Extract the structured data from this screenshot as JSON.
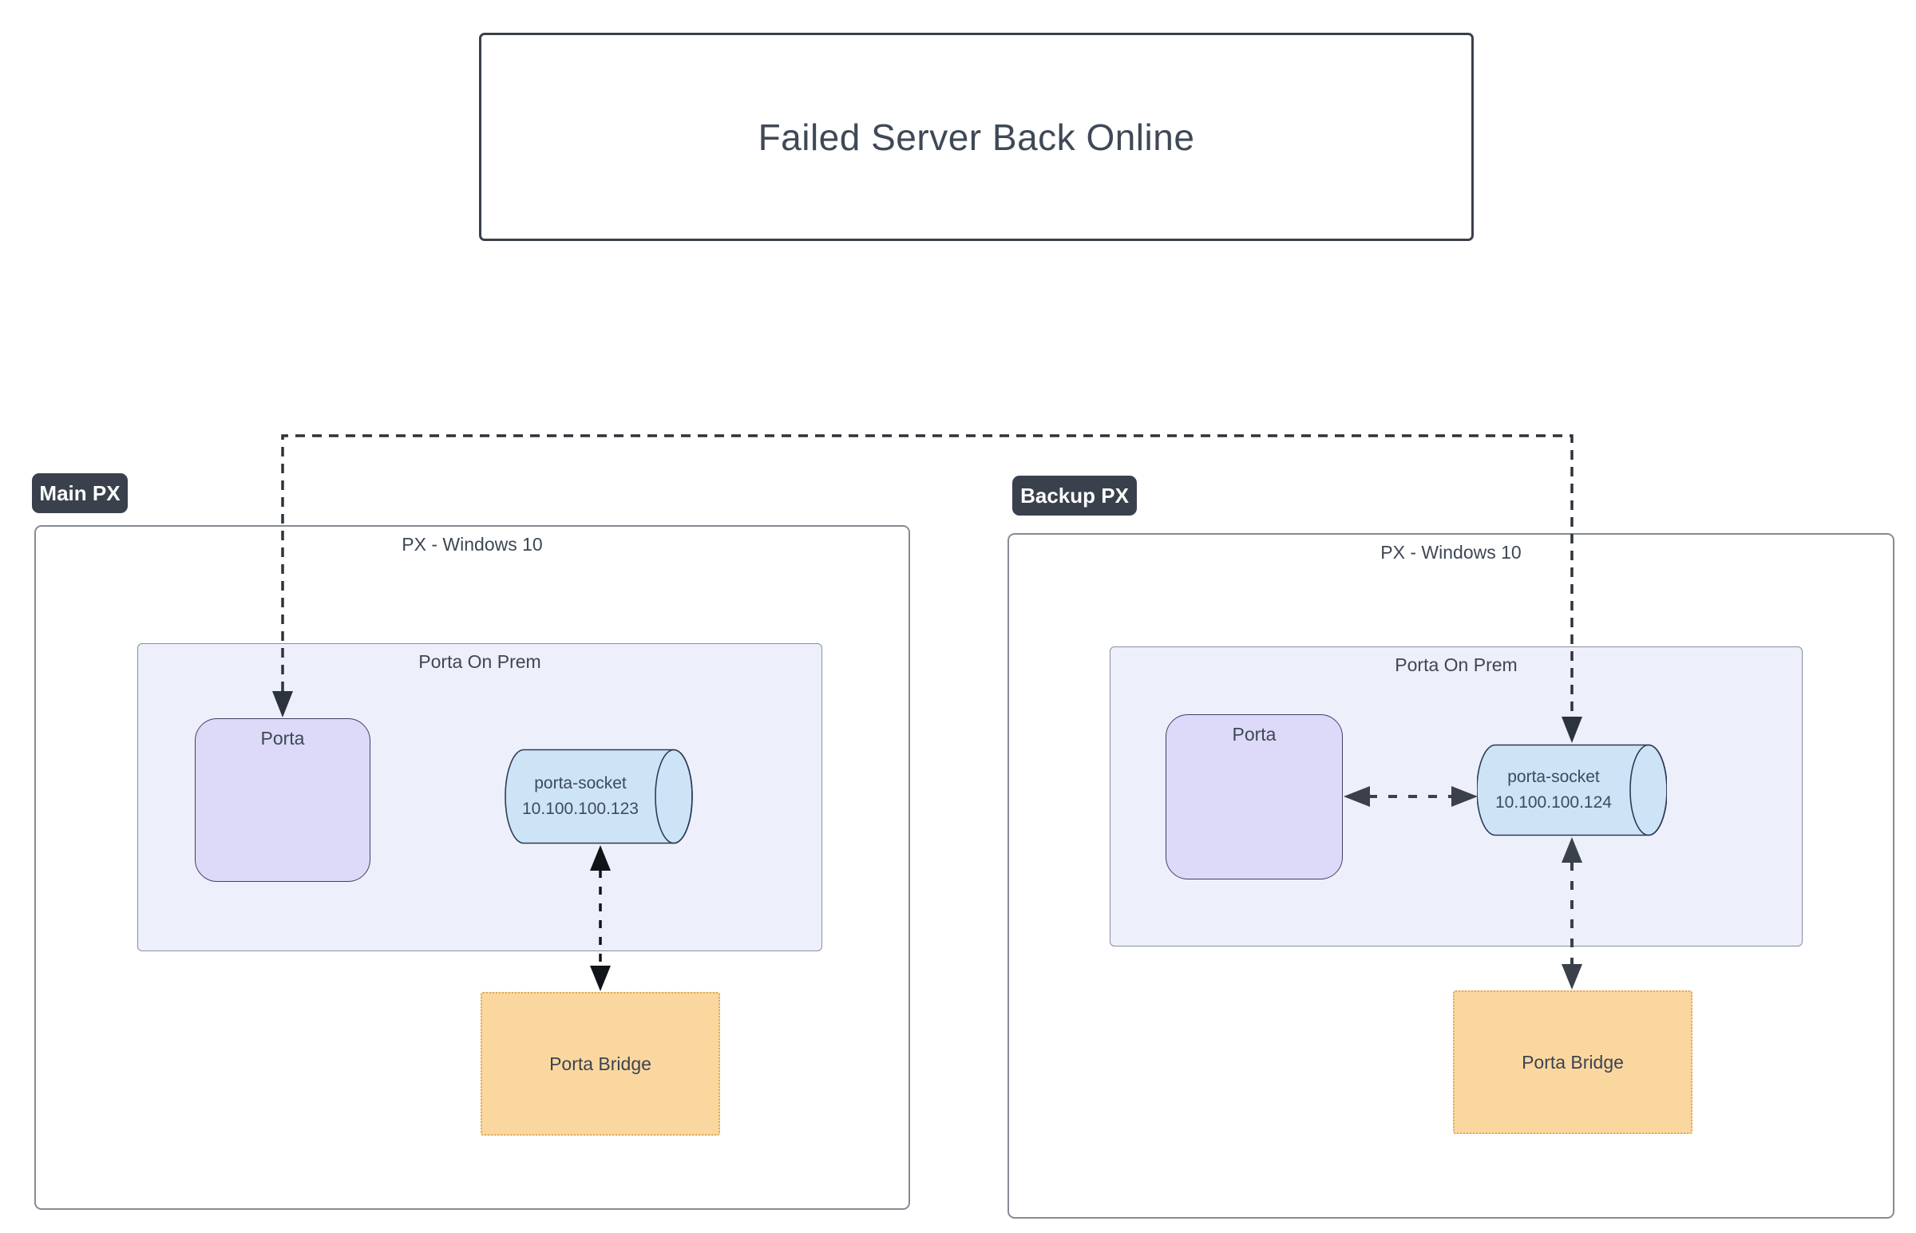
{
  "title": {
    "text": "Failed Server Back Online"
  },
  "groups": [
    {
      "badge": "Main PX",
      "os": "PX - Windows 10",
      "zone": "Porta On Prem",
      "app": "Porta",
      "socket_name": "porta-socket",
      "socket_ip": "10.100.100.123",
      "bridge": "Porta Bridge"
    },
    {
      "badge": "Backup PX",
      "os": "PX - Windows 10",
      "zone": "Porta On Prem",
      "app": "Porta",
      "socket_name": "porta-socket",
      "socket_ip": "10.100.100.124",
      "bridge": "Porta Bridge"
    }
  ],
  "colors": {
    "badge_bg": "#3A414C",
    "badge_text": "#FFFFFF",
    "outer_border": "#868B94",
    "zone_fill": "#EDEFFB",
    "porta_fill": "#DCDAF8",
    "porta_border": "#3F4168",
    "cylinder_fill": "#CDE4F6",
    "cylinder_border": "#2E3B55",
    "bridge_fill": "#FBD7A0",
    "bridge_border": "#DBAB56",
    "connector_dark": "#2D333C",
    "connector_black": "#101317",
    "connector_slate": "#3A414B",
    "label_text": "#3D4854"
  }
}
